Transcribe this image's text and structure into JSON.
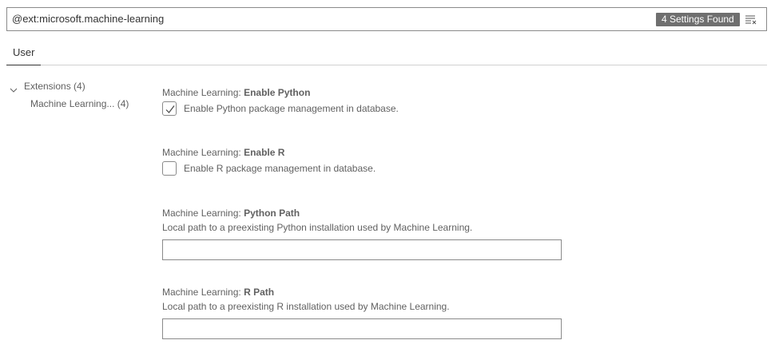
{
  "search": {
    "value": "@ext:microsoft.machine-learning",
    "result_count": "4 Settings Found",
    "clear_icon": "clear-filter-icon"
  },
  "tabs": [
    {
      "label": "User",
      "selected": true
    }
  ],
  "toc": {
    "group": {
      "label": "Extensions",
      "count": "(4)",
      "expanded": true
    },
    "items": [
      {
        "label": "Machine Learning...",
        "count": "(4)"
      }
    ]
  },
  "settings": [
    {
      "category": "Machine Learning: ",
      "name": "Enable Python",
      "type": "checkbox",
      "checked": true,
      "label": "Enable Python package management in database."
    },
    {
      "category": "Machine Learning: ",
      "name": "Enable R",
      "type": "checkbox",
      "checked": false,
      "label": "Enable R package management in database."
    },
    {
      "category": "Machine Learning: ",
      "name": "Python Path",
      "type": "text",
      "description": "Local path to a preexisting Python installation used by Machine Learning.",
      "value": ""
    },
    {
      "category": "Machine Learning: ",
      "name": "R Path",
      "type": "text",
      "description": "Local path to a preexisting R installation used by Machine Learning.",
      "value": ""
    }
  ]
}
